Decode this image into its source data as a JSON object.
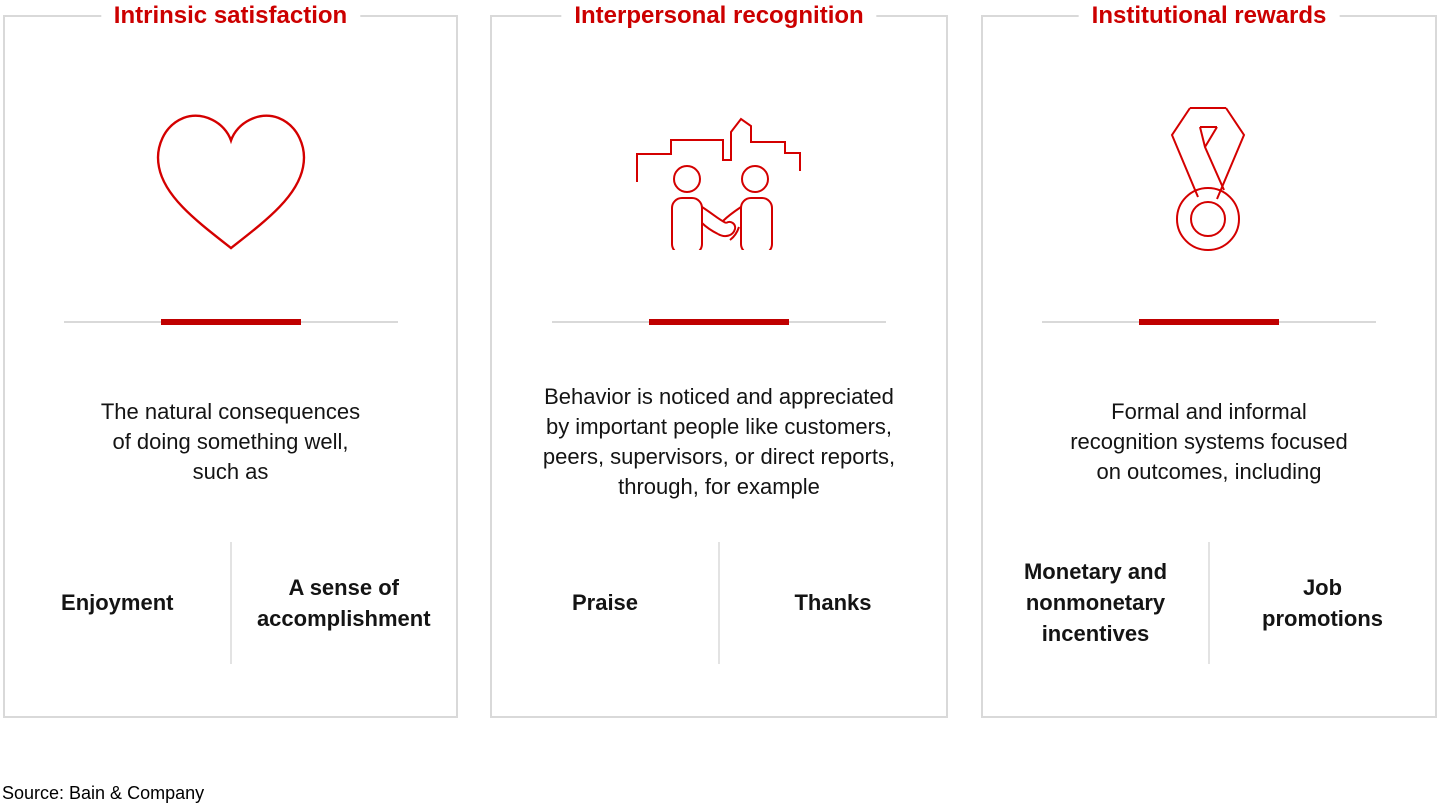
{
  "accent_color": "#cc0000",
  "border_color": "#d9d9d9",
  "cards": [
    {
      "title": "Intrinsic satisfaction",
      "icon": "heart-icon",
      "description": "The natural consequences\nof doing something well,\nsuch as",
      "items": [
        "Enjoyment",
        "A sense of\naccomplishment"
      ]
    },
    {
      "title": "Interpersonal recognition",
      "icon": "handshake-people-icon",
      "description": "Behavior is noticed and appreciated\nby important people like customers,\npeers, supervisors, or direct reports,\nthrough, for example",
      "items": [
        "Praise",
        "Thanks"
      ]
    },
    {
      "title": "Institutional rewards",
      "icon": "medal-icon",
      "description": "Formal and informal\nrecognition systems focused\non outcomes, including",
      "items": [
        "Monetary and\nnonmonetary\nincentives",
        "Job\npromotions"
      ]
    }
  ],
  "source": "Source: Bain & Company"
}
